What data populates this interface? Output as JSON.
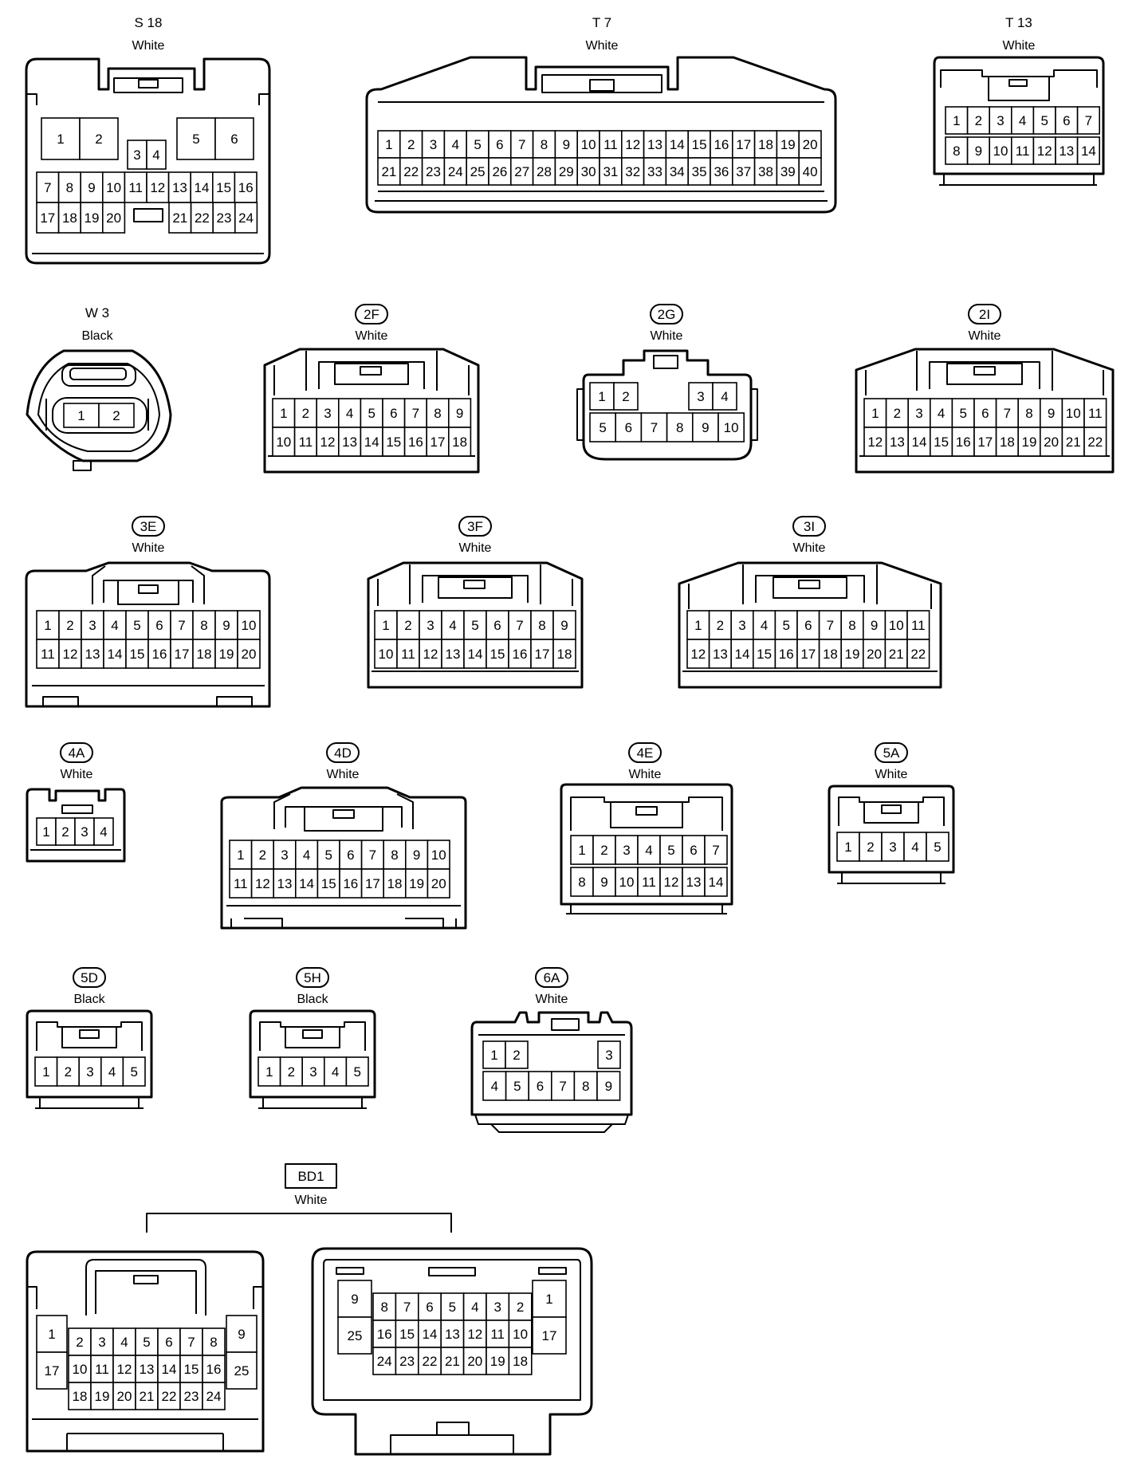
{
  "connectors": [
    {
      "id": "s18",
      "code": "S 18",
      "label_style": "plain",
      "color": "White"
    },
    {
      "id": "t7",
      "code": "T 7",
      "label_style": "plain",
      "color": "White"
    },
    {
      "id": "t13",
      "code": "T 13",
      "label_style": "plain",
      "color": "White"
    },
    {
      "id": "w3",
      "code": "W 3",
      "label_style": "plain",
      "color": "Black"
    },
    {
      "id": "2f",
      "code": "2F",
      "label_style": "oval",
      "color": "White"
    },
    {
      "id": "2g",
      "code": "2G",
      "label_style": "oval",
      "color": "White"
    },
    {
      "id": "2i",
      "code": "2I",
      "label_style": "oval",
      "color": "White"
    },
    {
      "id": "3e",
      "code": "3E",
      "label_style": "oval",
      "color": "White"
    },
    {
      "id": "3f",
      "code": "3F",
      "label_style": "oval",
      "color": "White"
    },
    {
      "id": "3i",
      "code": "3I",
      "label_style": "oval",
      "color": "White"
    },
    {
      "id": "4a",
      "code": "4A",
      "label_style": "oval",
      "color": "White"
    },
    {
      "id": "4d",
      "code": "4D",
      "label_style": "oval",
      "color": "White"
    },
    {
      "id": "4e",
      "code": "4E",
      "label_style": "oval",
      "color": "White"
    },
    {
      "id": "5a",
      "code": "5A",
      "label_style": "oval",
      "color": "White"
    },
    {
      "id": "5d",
      "code": "5D",
      "label_style": "oval",
      "color": "Black"
    },
    {
      "id": "5h",
      "code": "5H",
      "label_style": "oval",
      "color": "Black"
    },
    {
      "id": "6a",
      "code": "6A",
      "label_style": "oval",
      "color": "White"
    },
    {
      "id": "bd1",
      "code": "BD1",
      "label_style": "box",
      "color": "White"
    }
  ],
  "pin_rows": {
    "s18": [
      [
        "1",
        "2",
        "5",
        "6"
      ],
      [
        "3",
        "4"
      ],
      [
        "7",
        "8",
        "9",
        "10",
        "11",
        "12",
        "13",
        "14",
        "15",
        "16"
      ],
      [
        "17",
        "18",
        "19",
        "20",
        "21",
        "22",
        "23",
        "24"
      ]
    ],
    "t7": [
      [
        "1",
        "2",
        "3",
        "4",
        "5",
        "6",
        "7",
        "8",
        "9",
        "10",
        "11",
        "12",
        "13",
        "14",
        "15",
        "16",
        "17",
        "18",
        "19",
        "20"
      ],
      [
        "21",
        "22",
        "23",
        "24",
        "25",
        "26",
        "27",
        "28",
        "29",
        "30",
        "31",
        "32",
        "33",
        "34",
        "35",
        "36",
        "37",
        "38",
        "39",
        "40"
      ]
    ],
    "t13": [
      [
        "1",
        "2",
        "3",
        "4",
        "5",
        "6",
        "7"
      ],
      [
        "8",
        "9",
        "10",
        "11",
        "12",
        "13",
        "14"
      ]
    ],
    "w3": [
      [
        "1",
        "2"
      ]
    ],
    "2f": [
      [
        "1",
        "2",
        "3",
        "4",
        "5",
        "6",
        "7",
        "8",
        "9"
      ],
      [
        "10",
        "11",
        "12",
        "13",
        "14",
        "15",
        "16",
        "17",
        "18"
      ]
    ],
    "2g": [
      [
        "1",
        "2",
        "3",
        "4"
      ],
      [
        "5",
        "6",
        "7",
        "8",
        "9",
        "10"
      ]
    ],
    "2i": [
      [
        "1",
        "2",
        "3",
        "4",
        "5",
        "6",
        "7",
        "8",
        "9",
        "10",
        "11"
      ],
      [
        "12",
        "13",
        "14",
        "15",
        "16",
        "17",
        "18",
        "19",
        "20",
        "21",
        "22"
      ]
    ],
    "3e": [
      [
        "1",
        "2",
        "3",
        "4",
        "5",
        "6",
        "7",
        "8",
        "9",
        "10"
      ],
      [
        "11",
        "12",
        "13",
        "14",
        "15",
        "16",
        "17",
        "18",
        "19",
        "20"
      ]
    ],
    "3f": [
      [
        "1",
        "2",
        "3",
        "4",
        "5",
        "6",
        "7",
        "8",
        "9"
      ],
      [
        "10",
        "11",
        "12",
        "13",
        "14",
        "15",
        "16",
        "17",
        "18"
      ]
    ],
    "3i": [
      [
        "1",
        "2",
        "3",
        "4",
        "5",
        "6",
        "7",
        "8",
        "9",
        "10",
        "11"
      ],
      [
        "12",
        "13",
        "14",
        "15",
        "16",
        "17",
        "18",
        "19",
        "20",
        "21",
        "22"
      ]
    ],
    "4a": [
      [
        "1",
        "2",
        "3",
        "4"
      ]
    ],
    "4d": [
      [
        "1",
        "2",
        "3",
        "4",
        "5",
        "6",
        "7",
        "8",
        "9",
        "10"
      ],
      [
        "11",
        "12",
        "13",
        "14",
        "15",
        "16",
        "17",
        "18",
        "19",
        "20"
      ]
    ],
    "4e": [
      [
        "1",
        "2",
        "3",
        "4",
        "5",
        "6",
        "7"
      ],
      [
        "8",
        "9",
        "10",
        "11",
        "12",
        "13",
        "14"
      ]
    ],
    "5a": [
      [
        "1",
        "2",
        "3",
        "4",
        "5"
      ]
    ],
    "5d": [
      [
        "1",
        "2",
        "3",
        "4",
        "5"
      ]
    ],
    "5h": [
      [
        "1",
        "2",
        "3",
        "4",
        "5"
      ]
    ],
    "6a": [
      [
        "1",
        "2",
        "3"
      ],
      [
        "4",
        "5",
        "6",
        "7",
        "8",
        "9"
      ]
    ],
    "bd1_left": [
      [
        "1",
        "9",
        "17",
        "25"
      ],
      [
        "2",
        "3",
        "4",
        "5",
        "6",
        "7",
        "8"
      ],
      [
        "10",
        "11",
        "12",
        "13",
        "14",
        "15",
        "16"
      ],
      [
        "18",
        "19",
        "20",
        "21",
        "22",
        "23",
        "24"
      ]
    ],
    "bd1_right": [
      [
        "9",
        "1",
        "25",
        "17"
      ],
      [
        "8",
        "7",
        "6",
        "5",
        "4",
        "3",
        "2"
      ],
      [
        "16",
        "15",
        "14",
        "13",
        "12",
        "11",
        "10"
      ],
      [
        "24",
        "23",
        "22",
        "21",
        "20",
        "19",
        "18"
      ]
    ]
  }
}
